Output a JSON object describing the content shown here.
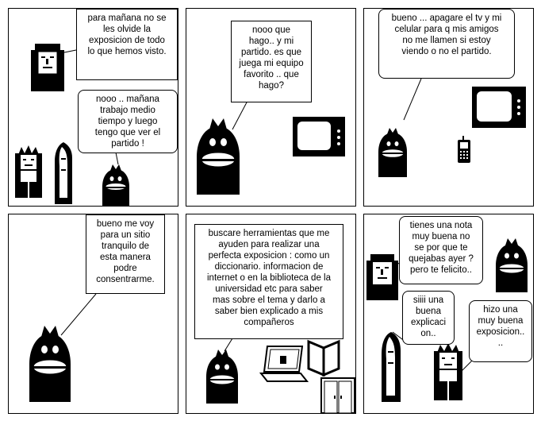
{
  "panels": [
    {
      "bubbles": [
        "para mañana  no se\nles olvide la\nexposicion  de todo\nlo que hemos visto.",
        "nooo  .. mañana\ntrabajo medio\ntiempo y luego\ntengo que ver el\npartido !"
      ]
    },
    {
      "bubbles": [
        "nooo que\nhago..  y mi\npartido.  es que\njuega mi equipo\nfavorito .. que\nhago?"
      ]
    },
    {
      "bubbles": [
        "bueno ... apagare el tv y mi\ncelular para q mis amigos\nno me llamen  si estoy\nviendo o no el partido."
      ]
    },
    {
      "bubbles": [
        "bueno me voy\npara un sitio\ntranquilo de\nesta manera\npodre\nconsentrarme."
      ]
    },
    {
      "bubbles": [
        "buscare herramientas  que me\nayuden para realizar una\nperfecta exposicion : como un\ndiccionario. informacion de\ninternet  o en la biblioteca de la\nuniversidad etc  para  saber\nmas sobre el tema  y darlo a\nsaber bien explicado a mis\ncompañeros"
      ]
    },
    {
      "bubbles": [
        "tienes una nota\nmuy buena no\nse por que  te\nquejabas ayer ?\npero te felicito..",
        "siiii una\nbuena\nexplicaci\non..",
        "hizo una\nmuy buena\nexposicion..\n.."
      ]
    }
  ],
  "colors": {
    "ink": "#000000",
    "paper": "#ffffff",
    "screen": "#ffffff"
  }
}
